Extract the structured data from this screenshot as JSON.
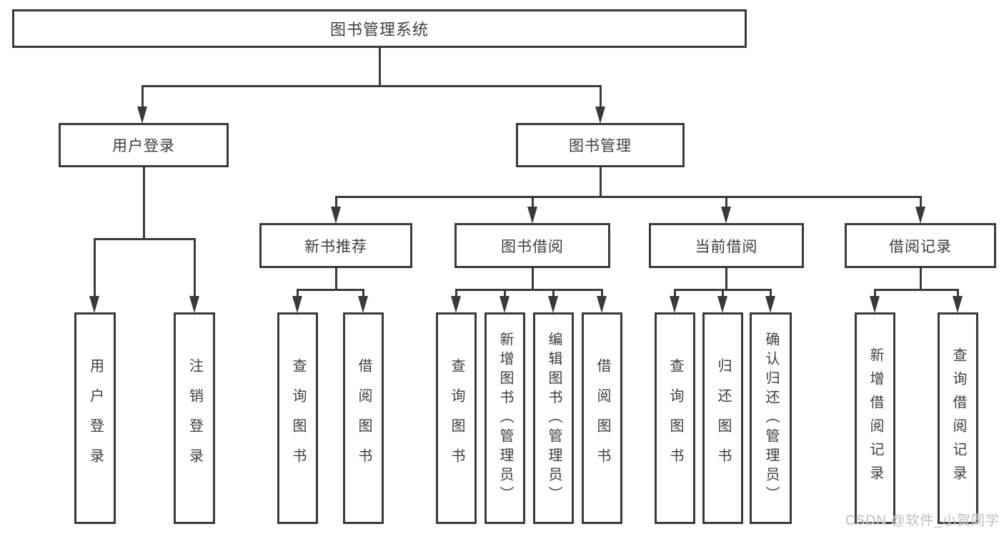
{
  "tree": {
    "root": {
      "label": "图书管理系统"
    },
    "branches": [
      {
        "label": "用户登录",
        "leaves": [
          {
            "label": "用户登录"
          },
          {
            "label": "注销登录"
          }
        ]
      },
      {
        "label": "图书管理",
        "groups": [
          {
            "label": "新书推荐",
            "leaves": [
              {
                "label": "查询图书"
              },
              {
                "label": "借阅图书"
              }
            ]
          },
          {
            "label": "图书借阅",
            "leaves": [
              {
                "label": "查询图书"
              },
              {
                "label": "新增图书（管理员）"
              },
              {
                "label": "编辑图书（管理员）"
              },
              {
                "label": "借阅图书"
              }
            ]
          },
          {
            "label": "当前借阅",
            "leaves": [
              {
                "label": "查询图书"
              },
              {
                "label": "归还图书"
              },
              {
                "label": "确认归还（管理员）"
              }
            ]
          },
          {
            "label": "借阅记录",
            "leaves": [
              {
                "label": "新增借阅记录"
              },
              {
                "label": "查询借阅记录"
              }
            ]
          }
        ]
      }
    ]
  },
  "watermark": {
    "text": "CSDN @软件_小贺同学"
  },
  "colors": {
    "line": "#3a3a3a",
    "text": "#3d3d3d",
    "watermark": "#bdbdbd",
    "background": "#ffffff"
  }
}
